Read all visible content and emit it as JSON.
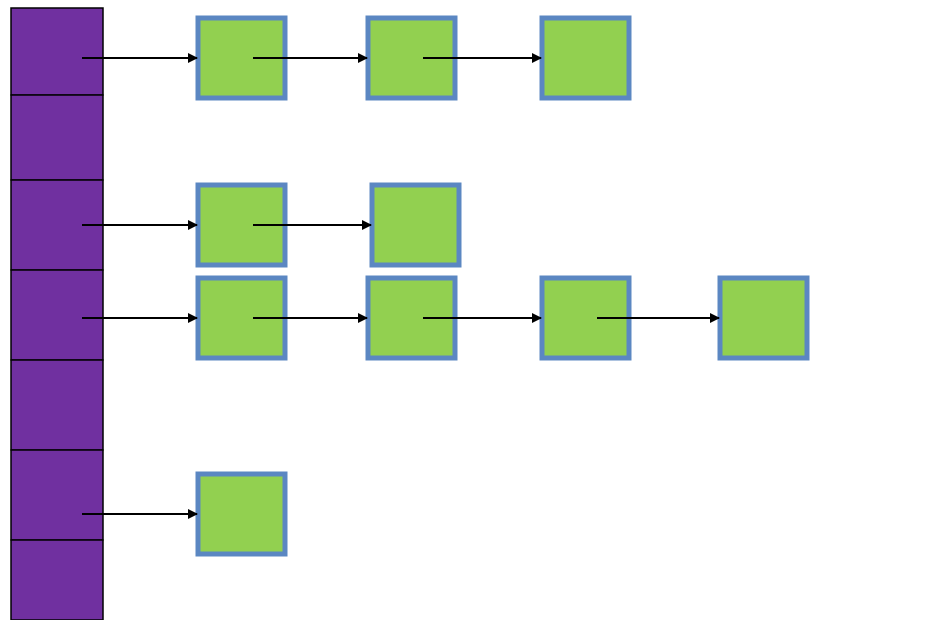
{
  "colors": {
    "background": "#ffffff",
    "bucket_fill": "#7030a0",
    "bucket_border": "#000000",
    "node_fill": "#92d050",
    "node_border": "#5b87c2",
    "arrow": "#000000"
  },
  "buckets": [
    {
      "chain_length": 3
    },
    {
      "chain_length": 0
    },
    {
      "chain_length": 2
    },
    {
      "chain_length": 4
    },
    {
      "chain_length": 0
    },
    {
      "chain_length": 1
    },
    {
      "chain_length": 0
    }
  ]
}
